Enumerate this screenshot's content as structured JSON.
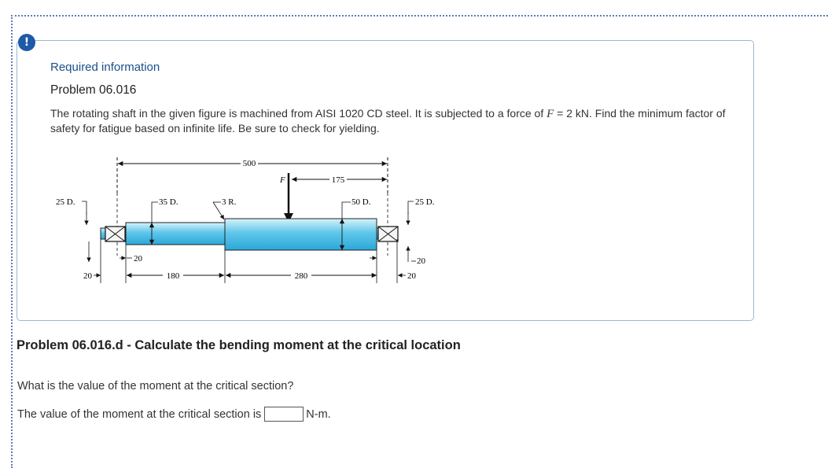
{
  "alert": {
    "icon": "exclamation-icon",
    "symbol": "!"
  },
  "required_info": {
    "title": "Required information",
    "problem_title": "Problem 06.016",
    "text_before_F": "The rotating shaft in the given figure is machined from AISI 1020 CD steel. It is subjected to a force of ",
    "force_symbol": "F",
    "text_after_F": " = 2 kN. Find the minimum factor of safety for fatigue based on infinite life. Be sure to check for yielding."
  },
  "figure": {
    "dim_500": "500",
    "force_label": "F",
    "dim_175": "175",
    "label_25d_left": "25 D.",
    "label_35d": "35 D.",
    "label_3r": "3 R.",
    "label_50d": "50 D.",
    "label_25d_right": "25 D.",
    "dim_20_inner_left": "20",
    "dim_20_outer_left": "20",
    "dim_180": "180",
    "dim_280": "280",
    "dim_20_inner_right": "20",
    "dim_20_outer_right": "20"
  },
  "part": {
    "title": "Problem 06.016.d - Calculate the bending moment at the critical location",
    "question": "What is the value of the moment at the critical section?",
    "answer_prefix": "The value of the moment at the critical section is",
    "answer_value": "",
    "answer_unit": "N-m."
  }
}
